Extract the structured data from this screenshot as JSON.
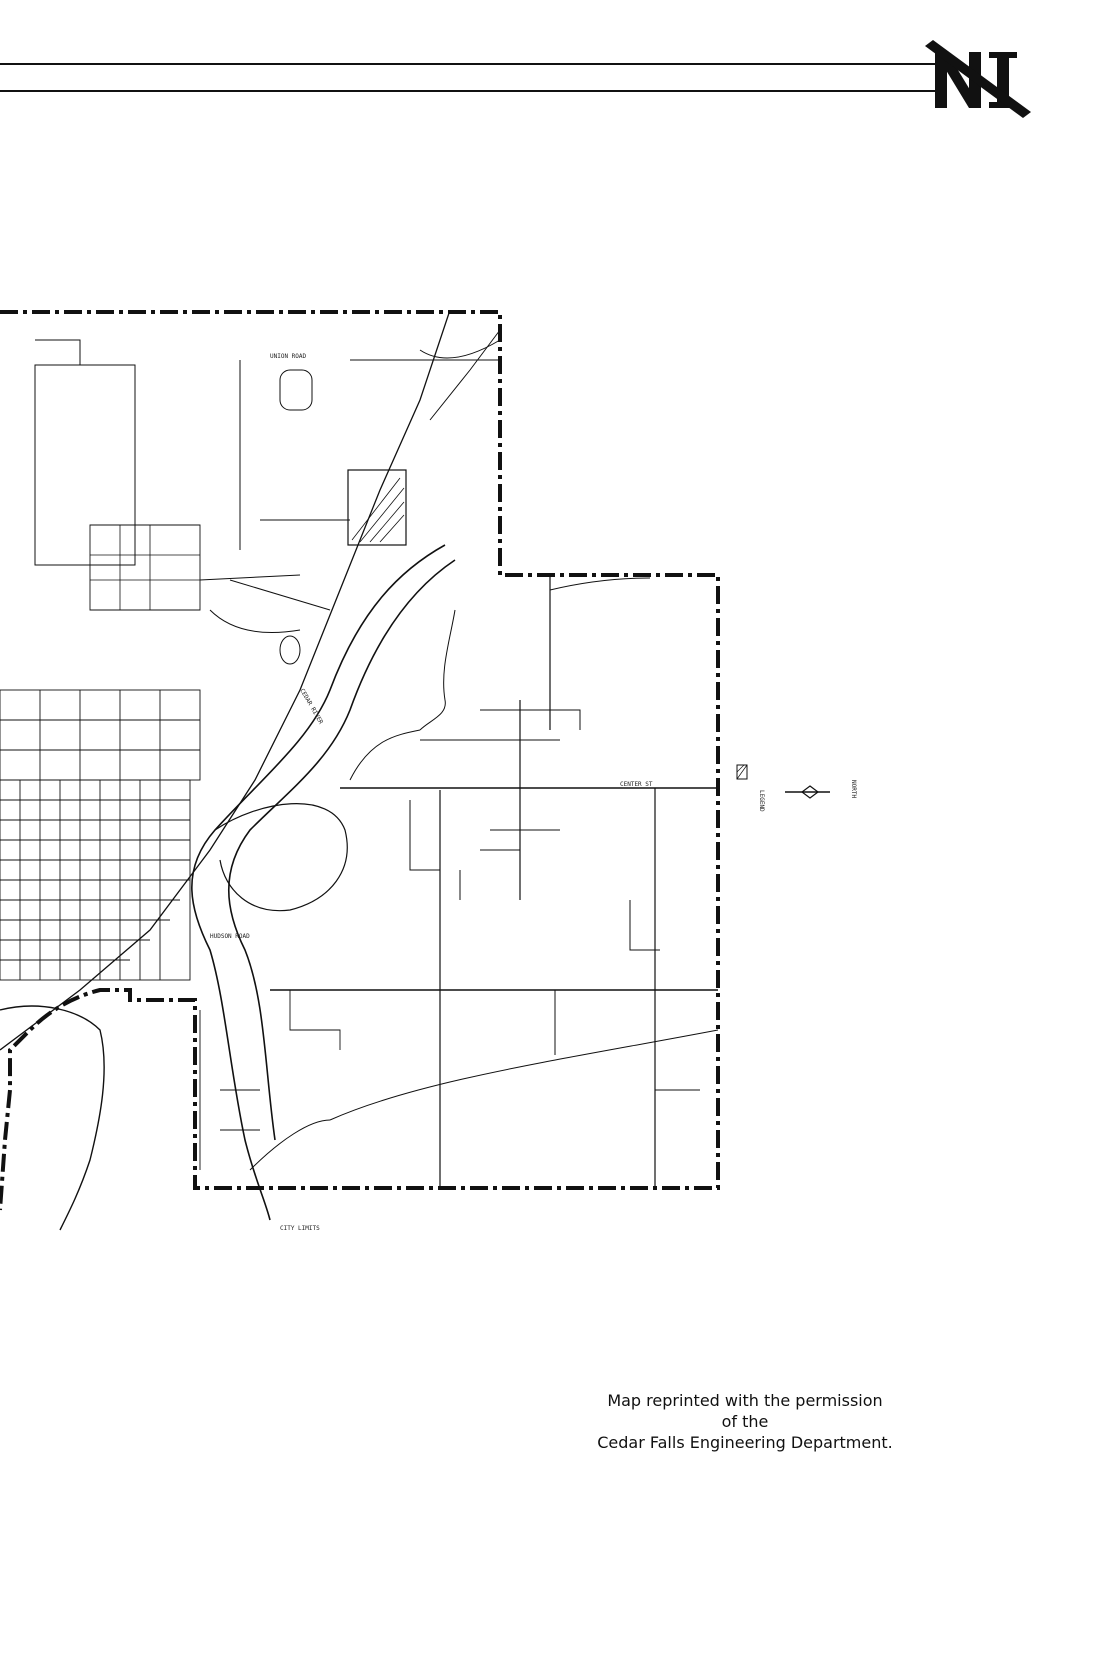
{
  "page": {
    "logo_text": "NI",
    "credit_lines": [
      "Map reprinted with the permission",
      "of the",
      "Cedar Falls Engineering Department."
    ]
  },
  "map": {
    "labels": {
      "city_limits": "CITY LIMITS",
      "river": "CEDAR RIVER",
      "center_st": "CENTER ST",
      "union_road": "UNION ROAD",
      "hudson_road": "HUDSON ROAD",
      "legend": "LEGEND",
      "north": "NORTH"
    },
    "colors": {
      "ink": "#111111",
      "paper": "#ffffff"
    }
  }
}
